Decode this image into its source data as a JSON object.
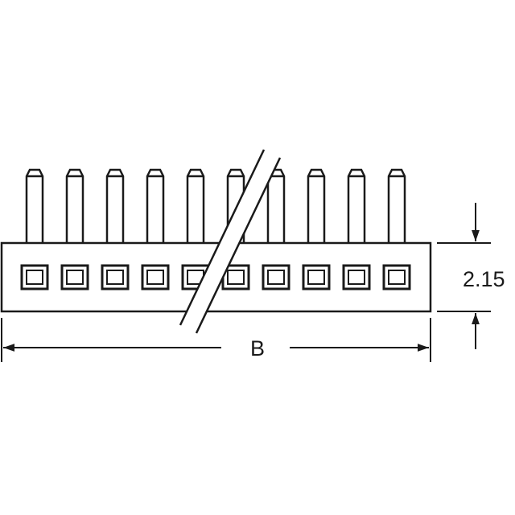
{
  "dimensions": {
    "height": "2.15",
    "width": "B"
  },
  "connector": {
    "pin_count_shown": 10
  },
  "colors": {
    "line": "#1a1a1a",
    "background": "#ffffff"
  }
}
